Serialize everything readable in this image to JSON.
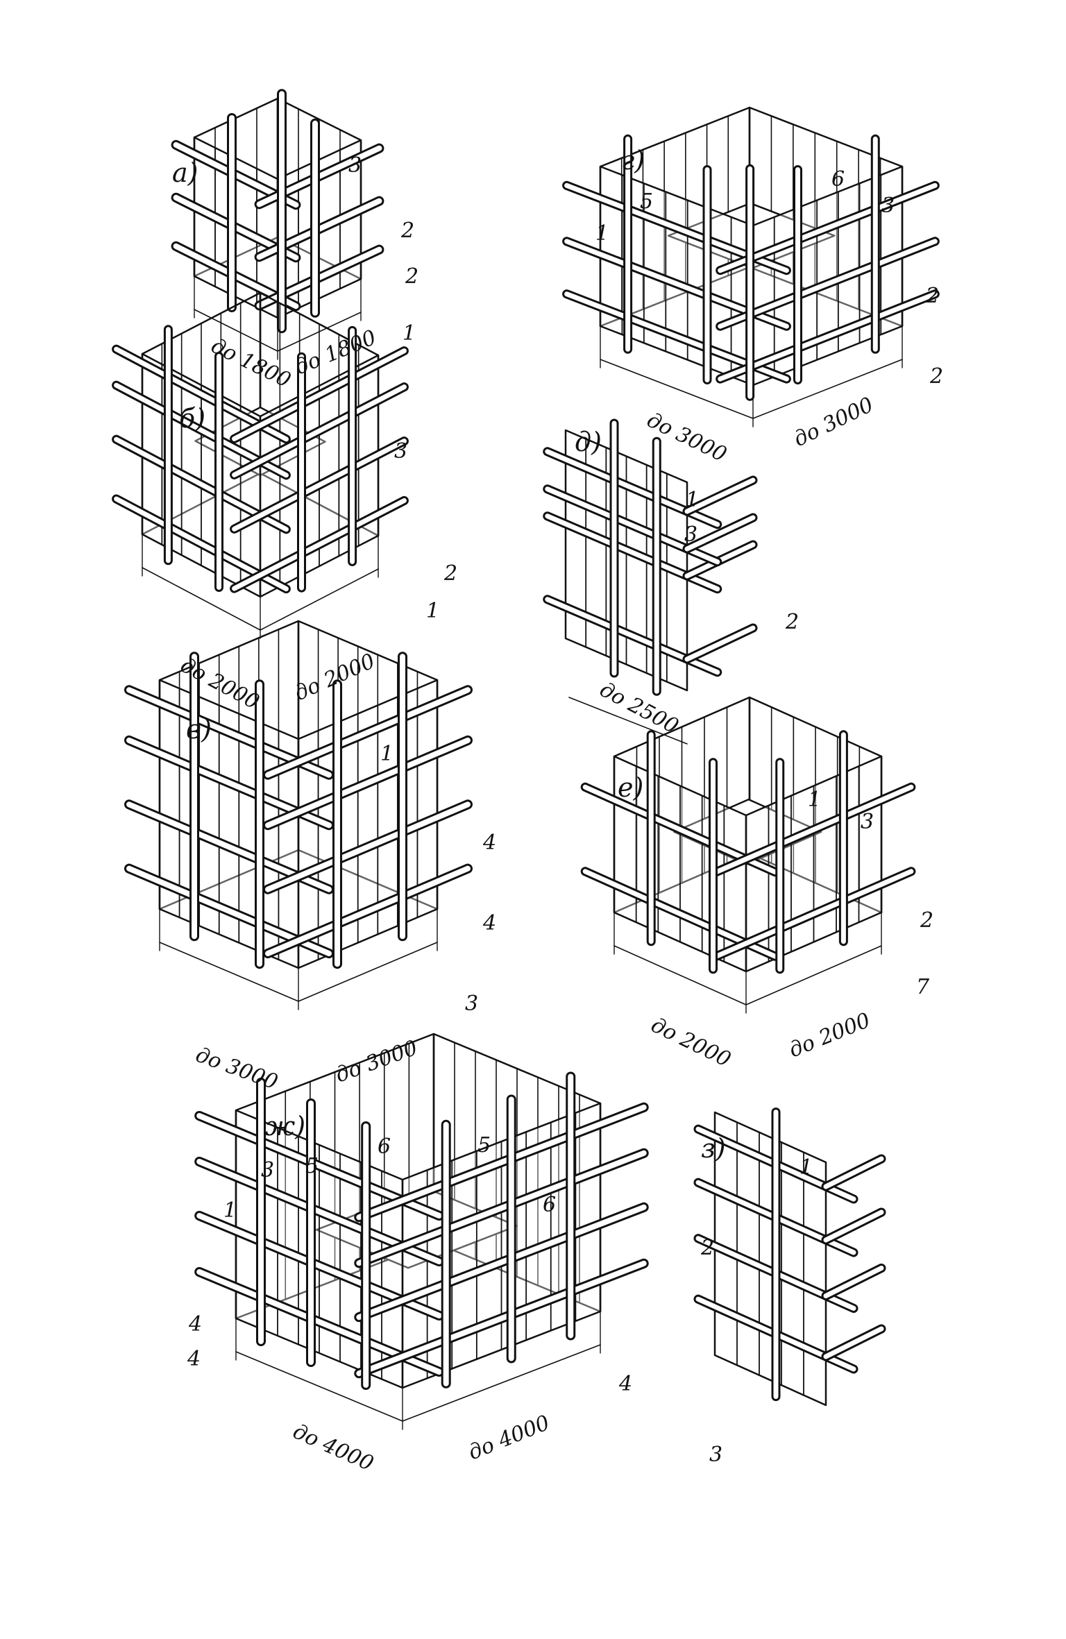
{
  "figure": {
    "ink_color": "#111111",
    "paper_color": "#ffffff"
  },
  "panels": [
    {
      "id": "a",
      "letter": "а)",
      "part_numbers": [
        "3",
        "2",
        "2",
        "1"
      ],
      "dimensions": [
        "до 1800",
        "до 1800"
      ]
    },
    {
      "id": "b",
      "letter": "б)",
      "part_numbers": [
        "3",
        "2",
        "1"
      ],
      "dimensions": [
        "до 2000",
        "до 2000"
      ]
    },
    {
      "id": "v",
      "letter": "в)",
      "part_numbers": [
        "1",
        "4",
        "4",
        "3"
      ],
      "dimensions": [
        "до 3000",
        "до 3000"
      ]
    },
    {
      "id": "g",
      "letter": "г)",
      "part_numbers": [
        "6",
        "3",
        "5",
        "1",
        "2",
        "2"
      ],
      "dimensions": [
        "до 3000",
        "до 3000"
      ]
    },
    {
      "id": "d",
      "letter": "д)",
      "part_numbers": [
        "1",
        "3",
        "2"
      ],
      "dimensions": [
        "до 2500"
      ]
    },
    {
      "id": "e",
      "letter": "е)",
      "part_numbers": [
        "1",
        "3",
        "2",
        "7"
      ],
      "dimensions": [
        "до 2000",
        "до 2000"
      ]
    },
    {
      "id": "zh",
      "letter": "ж)",
      "part_numbers": [
        "3",
        "5",
        "6",
        "5",
        "6",
        "1",
        "4",
        "4",
        "4"
      ],
      "dimensions": [
        "до 4000",
        "до 4000"
      ]
    },
    {
      "id": "z",
      "letter": "з)",
      "part_numbers": [
        "1",
        "2",
        "3"
      ],
      "dimensions": []
    }
  ]
}
